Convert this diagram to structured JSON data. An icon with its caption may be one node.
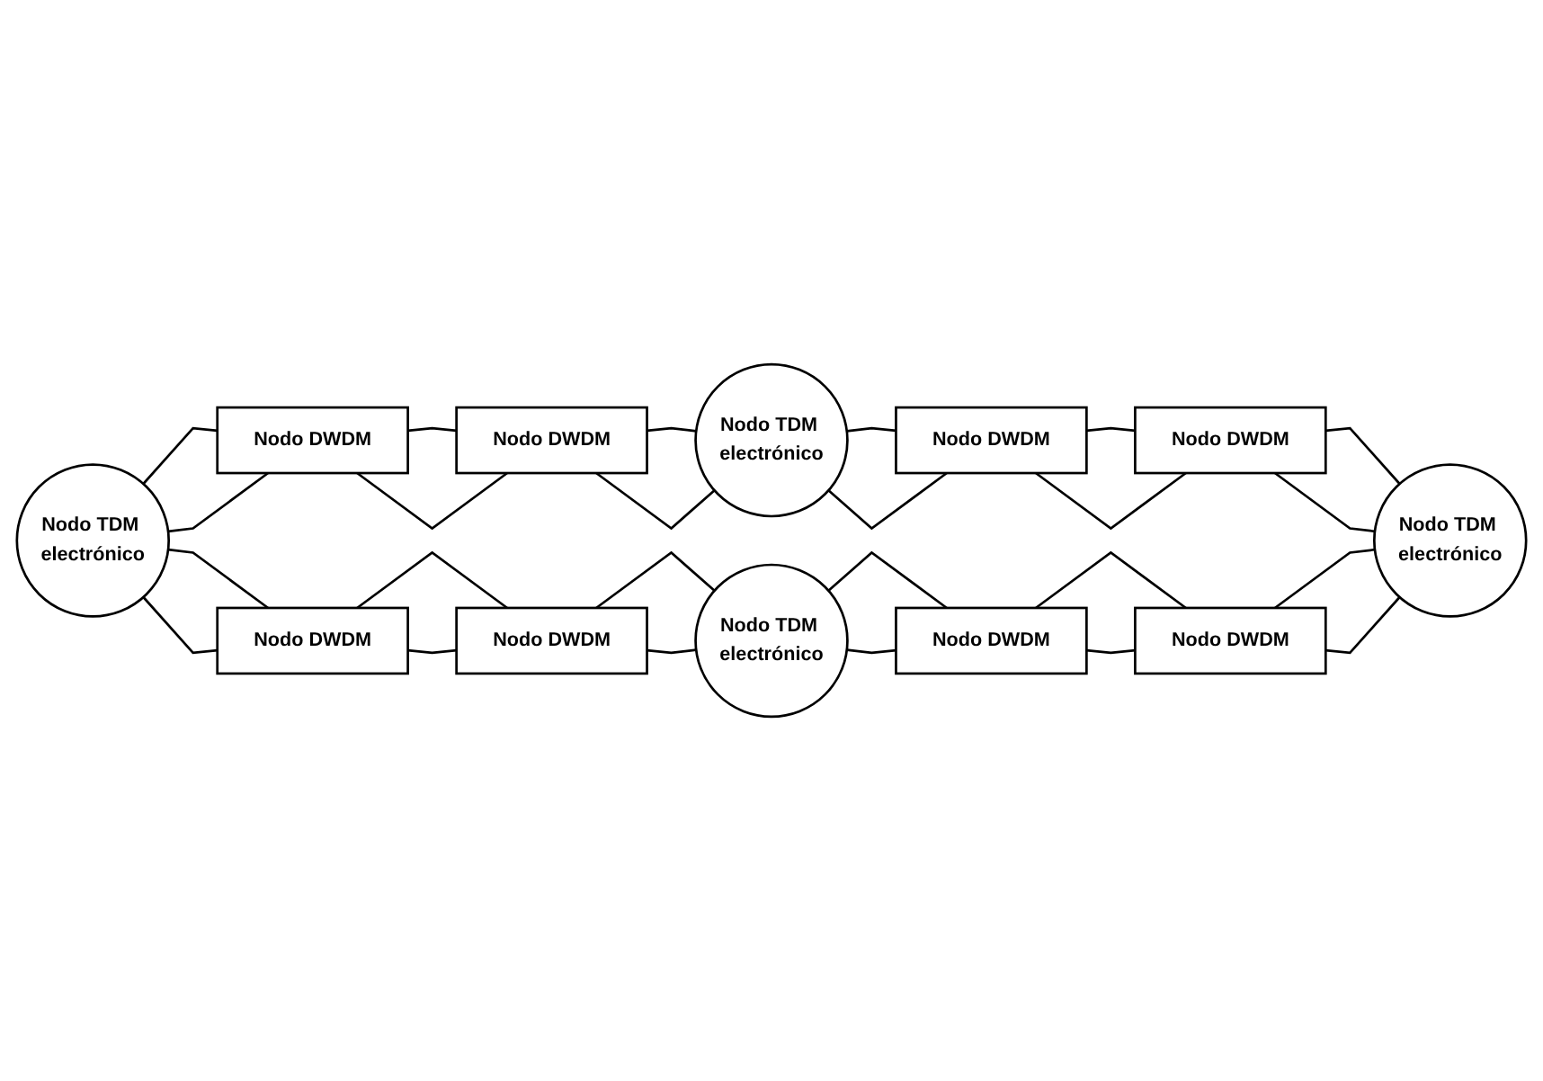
{
  "diagram": {
    "nodes": [
      {
        "text": [
          "Nodo TDM electrónico"
        ]
      },
      {
        "text": [
          "Nodo DWDM"
        ]
      },
      {
        "text": [
          "Nodo DWDM"
        ]
      },
      {
        "text": [
          "Nodo TDM electrónico"
        ]
      },
      {
        "text": [
          "Nodo DWDM"
        ]
      },
      {
        "text": [
          "Nodo DWDM"
        ]
      },
      {
        "text": [
          "Nodo DWDM"
        ]
      },
      {
        "text": [
          "Nodo DWDM"
        ]
      },
      {
        "text": [
          "Nodo TDM electrónico"
        ]
      },
      {
        "text": [
          "Nodo DWDM"
        ]
      },
      {
        "text": [
          "Nodo DWDM"
        ]
      },
      {
        "text": [
          "Nodo TDM electrónico"
        ]
      }
    ],
    "edges": [
      {
        "from": 0,
        "to": 1,
        "arrow": "none"
      },
      {
        "from": 0,
        "to": 1,
        "arrow": "none"
      },
      {
        "from": 1,
        "to": 2,
        "arrow": "none"
      },
      {
        "from": 1,
        "to": 2,
        "arrow": "none"
      },
      {
        "from": 2,
        "to": 3,
        "arrow": "none"
      },
      {
        "from": 2,
        "to": 3,
        "arrow": "none"
      },
      {
        "from": 3,
        "to": 5,
        "arrow": "none"
      },
      {
        "from": 3,
        "to": 5,
        "arrow": "none"
      },
      {
        "from": 5,
        "to": 7,
        "arrow": "none"
      },
      {
        "from": 5,
        "to": 7,
        "arrow": "none"
      },
      {
        "from": 7,
        "to": 11,
        "arrow": "none"
      },
      {
        "from": 7,
        "to": 11,
        "arrow": "none"
      },
      {
        "from": 0,
        "to": 4,
        "arrow": "none"
      },
      {
        "from": 0,
        "to": 4,
        "arrow": "none"
      },
      {
        "from": 4,
        "to": 6,
        "arrow": "none"
      },
      {
        "from": 4,
        "to": 6,
        "arrow": "none"
      },
      {
        "from": 6,
        "to": 8,
        "arrow": "none"
      },
      {
        "from": 6,
        "to": 8,
        "arrow": "none"
      },
      {
        "from": 8,
        "to": 9,
        "arrow": "none"
      },
      {
        "from": 8,
        "to": 9,
        "arrow": "none"
      },
      {
        "from": 9,
        "to": 10,
        "arrow": "none"
      },
      {
        "from": 9,
        "to": 10,
        "arrow": "none"
      },
      {
        "from": 10,
        "to": 11,
        "arrow": "none"
      },
      {
        "from": 10,
        "to": 11,
        "arrow": "none"
      }
    ]
  }
}
